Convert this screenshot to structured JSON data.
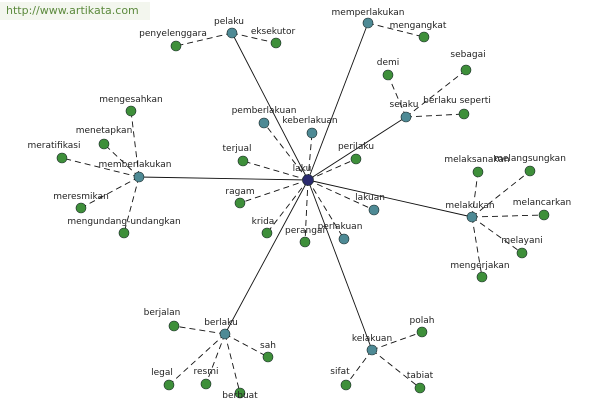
{
  "watermark": "http://www.artikata.com",
  "colors": {
    "hub": "#2a2a6e",
    "primary": "#4e8a95",
    "secondary": "#3e8f3a",
    "solid_edge": "#111111",
    "dashed_edge": "#111111"
  },
  "graph": {
    "hub": {
      "id": "laku",
      "label": "laku"
    },
    "primary": [
      {
        "id": "pelaku",
        "label": "pelaku",
        "children": [
          "penyelenggara",
          "eksekutor"
        ]
      },
      {
        "id": "memperlakukan",
        "label": "memperlakukan",
        "children": [
          "mengangkat"
        ]
      },
      {
        "id": "selaku",
        "label": "selaku",
        "children": [
          "demi",
          "sebagai",
          "berlaku seperti"
        ]
      },
      {
        "id": "memberlakukan",
        "label": "memberlakukan",
        "children": [
          "mengesahkan",
          "menetapkan",
          "meratifikasi",
          "meresmikan",
          "mengundang-undangkan"
        ]
      },
      {
        "id": "melakukan",
        "label": "melakukan",
        "children": [
          "melaksanakan",
          "melangsungkan",
          "melancarkan",
          "melayani",
          "mengerjakan"
        ]
      },
      {
        "id": "berlaku",
        "label": "berlaku",
        "children": [
          "berjalan",
          "sah",
          "legal",
          "resmi",
          "berbuat"
        ]
      },
      {
        "id": "kelakuan",
        "label": "kelakuan",
        "children": [
          "polah",
          "sifat",
          "tabiat"
        ]
      },
      {
        "id": "pemberlakuan",
        "label": "pemberlakuan",
        "children": []
      },
      {
        "id": "keberlakuan",
        "label": "keberlakuan",
        "children": []
      },
      {
        "id": "lakuan",
        "label": "lakuan",
        "children": []
      },
      {
        "id": "perlakuan",
        "label": "perlakuan",
        "children": []
      }
    ],
    "direct_secondary": [
      "terjual",
      "ragam",
      "krida",
      "perangai",
      "perilaku"
    ]
  }
}
